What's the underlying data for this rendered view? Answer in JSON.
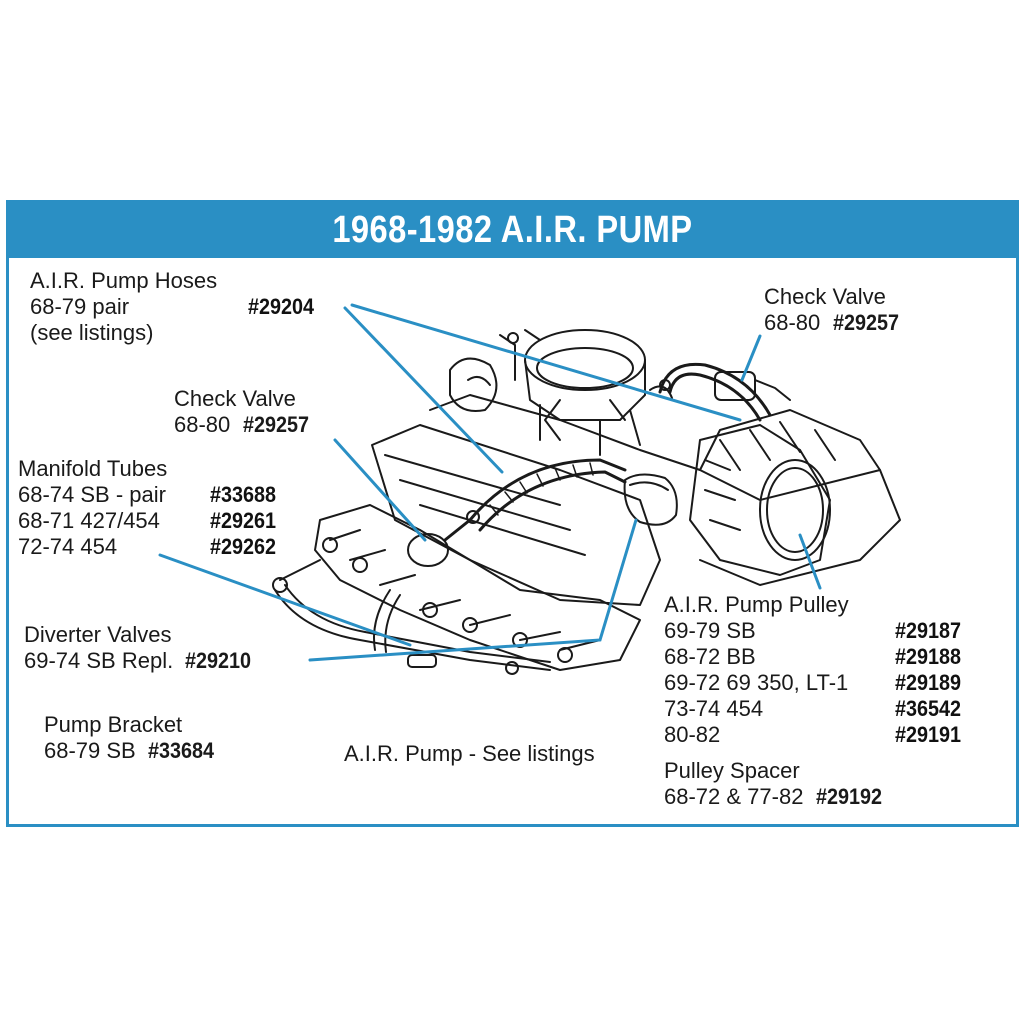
{
  "title": "1968-1982 A.I.R. PUMP",
  "colors": {
    "accent": "#2a8fc4",
    "line": "#2a8fc4",
    "ink": "#1a1a1a"
  },
  "callouts": {
    "air_pump_hoses": {
      "name": "A.I.R. Pump Hoses",
      "years": "68-79  pair",
      "note": "(see listings)",
      "part": "#29204"
    },
    "check_valve_right": {
      "name": "Check Valve",
      "years": "68-80",
      "part": "#29257"
    },
    "check_valve_left": {
      "name": "Check Valve",
      "years": "68-80",
      "part": "#29257"
    },
    "manifold_tubes": {
      "name": "Manifold Tubes",
      "rows": [
        {
          "desc": "68-74  SB - pair",
          "part": "#33688"
        },
        {
          "desc": "68-71  427/454",
          "part": "#29261"
        },
        {
          "desc": "72-74  454",
          "part": "#29262"
        }
      ]
    },
    "diverter_valves": {
      "name": "Diverter Valves",
      "years": "69-74  SB Repl.",
      "part": "#29210"
    },
    "pump_bracket": {
      "name": "Pump Bracket",
      "years": "68-79  SB",
      "part": "#33684"
    },
    "air_pump": {
      "text": "A.I.R. Pump - See listings"
    },
    "air_pump_pulley": {
      "name": "A.I.R. Pump Pulley",
      "rows": [
        {
          "desc": "69-79  SB",
          "part": "#29187"
        },
        {
          "desc": "68-72  BB",
          "part": "#29188"
        },
        {
          "desc": "69-72  69 350, LT-1",
          "part": "#29189"
        },
        {
          "desc": "73-74  454",
          "part": "#36542"
        },
        {
          "desc": "80-82",
          "part": "#29191"
        }
      ]
    },
    "pulley_spacer": {
      "name": "Pulley Spacer",
      "years": "68-72 & 77-82",
      "part": "#29192"
    }
  }
}
